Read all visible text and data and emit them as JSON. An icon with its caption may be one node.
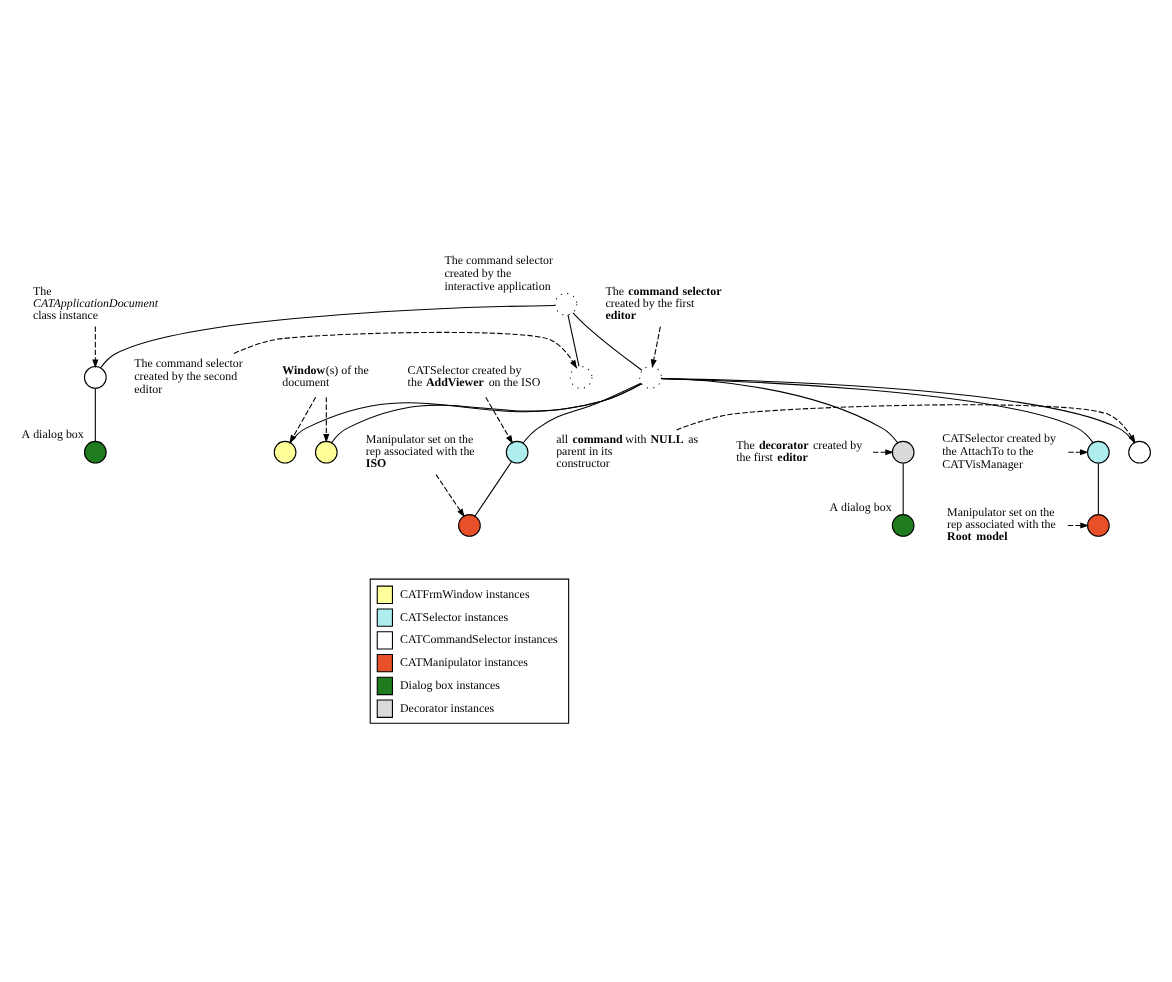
{
  "diagram": {
    "nodes": [
      {
        "text": [
          "The *CATApplicationDocument* class instance"
        ]
      },
      {
        "text": [],
        "shape": "circle",
        "beside": [
          "The command selector created by the interactive application"
        ]
      },
      {
        "text": [
          "The **command selector** created by the first **editor**"
        ]
      },
      {
        "text": [],
        "shape": "circle"
      },
      {
        "text": [
          "The command selector created by the second editor"
        ]
      },
      {
        "text": [
          "The **decorator** created by the first **editor**"
        ]
      },
      {
        "text": [],
        "shape": "circle"
      },
      {
        "text": [],
        "shape": "circle"
      },
      {
        "text": [],
        "shape": "circle"
      },
      {
        "text": [],
        "shape": "circle",
        "beside": [
          "A dialog box"
        ]
      },
      {
        "text": [],
        "shape": "circle",
        "beside": [
          "A dialog box"
        ]
      },
      {
        "text": [
          "all **command** with **NULL** as parent in its constructor"
        ]
      },
      {
        "text": [],
        "shape": "circle"
      },
      {
        "text": [],
        "shape": "circle"
      },
      {
        "text": [],
        "shape": "circle"
      },
      {
        "text": [],
        "shape": "circle"
      },
      {
        "text": [],
        "shape": "circle"
      },
      {
        "text": [
          "CATSelector created by the AttachTo to the CATVisManager"
        ]
      },
      {
        "text": [],
        "shape": "circle"
      },
      {
        "text": [
          "Manipulator set on the rep associated with the **Root model**"
        ]
      },
      {
        "text": [
          "**Window**(s) of the document"
        ]
      },
      {
        "text": [
          "CATSelector created by the **AddViewer** on the ISO"
        ]
      },
      {
        "text": [],
        "shape": "circle"
      },
      {
        "text": [
          "Manipulator set on the rep associated with the **ISO**"
        ]
      }
    ],
    "edges": [
      {
        "from": 1,
        "to": 3,
        "arrow": "none"
      },
      {
        "from": 3,
        "to": 9,
        "arrow": "none"
      },
      {
        "from": 1,
        "to": 8,
        "arrow": "none"
      },
      {
        "from": 1,
        "to": 6,
        "arrow": "none"
      },
      {
        "from": 6,
        "to": 7,
        "arrow": "none"
      },
      {
        "from": 7,
        "to": 10,
        "arrow": "none"
      },
      {
        "from": 6,
        "to": 12,
        "arrow": "none"
      },
      {
        "from": 6,
        "to": 13,
        "arrow": "none"
      },
      {
        "from": 6,
        "to": 14,
        "arrow": "none"
      },
      {
        "from": 6,
        "to": 15,
        "arrow": "none"
      },
      {
        "from": 6,
        "to": 16,
        "arrow": "none"
      },
      {
        "from": 16,
        "to": 18,
        "arrow": "none"
      },
      {
        "from": 15,
        "to": 22,
        "arrow": "none"
      },
      {
        "from": 0,
        "to": 3,
        "arrow": "to",
        "style": "dashed"
      },
      {
        "from": 4,
        "to": 8,
        "arrow": "to",
        "style": "dashed"
      },
      {
        "from": 2,
        "to": 6,
        "arrow": "to",
        "style": "dashed"
      },
      {
        "from": 5,
        "to": 7,
        "arrow": "to",
        "style": "dashed"
      },
      {
        "from": 11,
        "to": 12,
        "arrow": "to",
        "style": "dashed"
      },
      {
        "from": 20,
        "to": 13,
        "arrow": "to",
        "style": "dashed"
      },
      {
        "from": 20,
        "to": 14,
        "arrow": "to",
        "style": "dashed"
      },
      {
        "from": 21,
        "to": 15,
        "arrow": "to",
        "style": "dashed"
      },
      {
        "from": 17,
        "to": 16,
        "arrow": "to",
        "style": "dashed"
      },
      {
        "from": 19,
        "to": 18,
        "arrow": "to",
        "style": "dashed"
      },
      {
        "from": 23,
        "to": 22,
        "arrow": "to",
        "style": "dashed"
      }
    ],
    "legend": [
      {
        "text": "CATFrmWindow instances",
        "color": "#ffff99"
      },
      {
        "text": "CATSelector instances",
        "color": "#aeeeee"
      },
      {
        "text": "CATCommandSelector instances",
        "color": "#ffffff"
      },
      {
        "text": "CATManipulator instances",
        "color": "#e8502a"
      },
      {
        "text": "Dialog box instances",
        "color": "#1e7b1e"
      },
      {
        "text": "Decorator instances",
        "color": "#d9d9d9"
      }
    ]
  }
}
